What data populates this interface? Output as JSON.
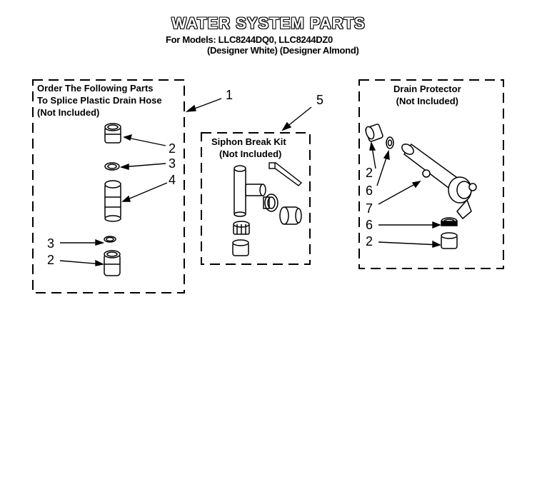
{
  "header": {
    "title": "WATER SYSTEM PARTS",
    "models_line": "For Models: LLC8244DQ0, LLC8244DZ0",
    "variants_line": "(Designer White) (Designer Almond)"
  },
  "boxes": {
    "splice": {
      "line1": "Order The Following Parts",
      "line2": "To Splice Plastic Drain Hose",
      "line3": "(Not Included)"
    },
    "siphon": {
      "line1": "Siphon Break Kit",
      "line2": "(Not Included)"
    },
    "drain": {
      "line1": "Drain Protector",
      "line2": "(Not Included)"
    }
  },
  "callouts": {
    "splice_group": "1",
    "splice_top_end": "2",
    "splice_top_clamp": "3",
    "splice_connector": "4",
    "splice_bottom_clamp": "3",
    "splice_bottom_end": "2",
    "siphon_group": "5",
    "drain_top_end": "2",
    "drain_top_clamp": "6",
    "drain_body": "7",
    "drain_bottom_clamp": "6",
    "drain_bottom_end": "2"
  }
}
